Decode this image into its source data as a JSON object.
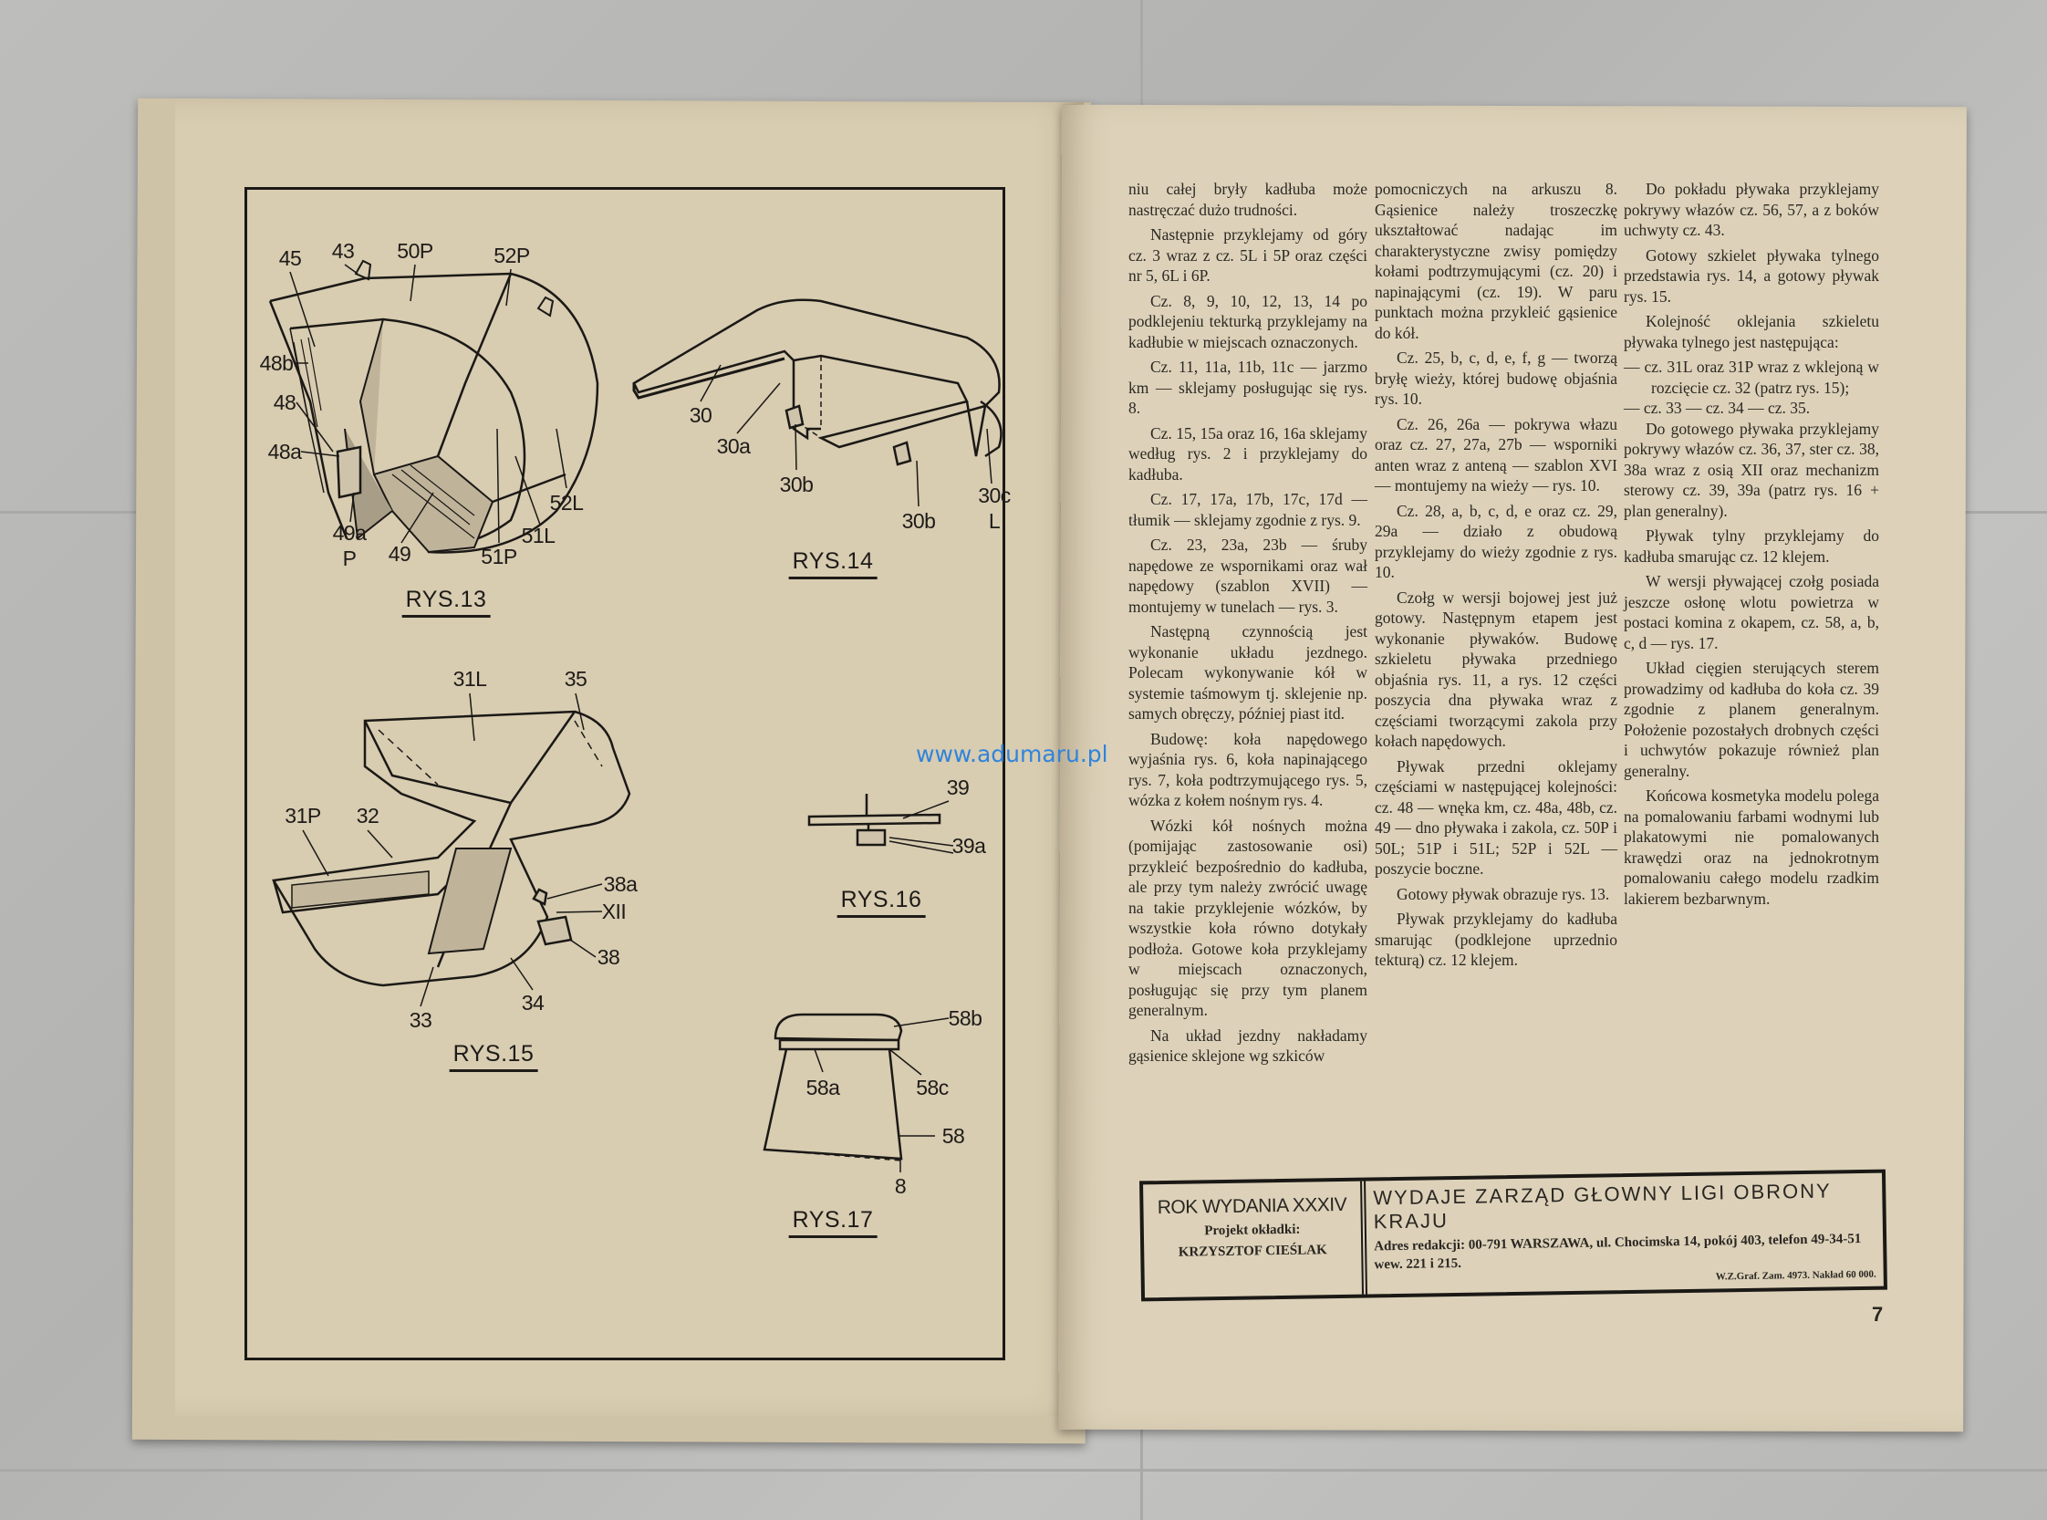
{
  "watermark": "www.adumaru.pl",
  "figures": {
    "rys13": {
      "caption": "RYS.13",
      "labels": [
        "45",
        "43",
        "50P",
        "52P",
        "48b",
        "48",
        "48a",
        "49a",
        "P",
        "49",
        "51P",
        "51L",
        "52L"
      ]
    },
    "rys14": {
      "caption": "RYS.14",
      "labels": [
        "30",
        "30a",
        "30b",
        "30b",
        "30c",
        "L"
      ]
    },
    "rys15": {
      "caption": "RYS.15",
      "labels": [
        "31L",
        "35",
        "31P",
        "32",
        "38a",
        "XII",
        "38",
        "33",
        "34"
      ]
    },
    "rys16": {
      "caption": "RYS.16",
      "labels": [
        "39",
        "39a"
      ]
    },
    "rys17": {
      "caption": "RYS.17",
      "labels": [
        "58b",
        "58a",
        "58c",
        "58",
        "8"
      ]
    }
  },
  "columns": [
    [
      {
        "t": "niu całej bryły kadłuba może nastręczać dużo trudności.",
        "c": "noindent"
      },
      {
        "t": "Następnie przyklejamy od góry cz. 3 wraz z cz. 5L i 5P oraz części nr 5, 6L i 6P."
      },
      {
        "t": "Cz. 8, 9, 10, 12, 13, 14 po podklejeniu tekturką przyklejamy na kadłubie w miejscach oznaczonych."
      },
      {
        "t": "Cz. 11, 11a, 11b, 11c — jarzmo km — sklejamy posługując się rys. 8."
      },
      {
        "t": "Cz. 15, 15a oraz 16, 16a sklejamy według rys. 2 i przyklejamy do kadłuba."
      },
      {
        "t": "Cz. 17, 17a, 17b, 17c, 17d — tłumik — sklejamy zgodnie z rys. 9."
      },
      {
        "t": "Cz. 23, 23a, 23b — śruby napędowe ze wspornikami oraz wał napędowy (szablon XVII) — montujemy w tunelach — rys. 3."
      },
      {
        "t": "Następną czynnością jest wykonanie układu jezdnego. Polecam wykonywanie kół w systemie taśmowym tj. sklejenie np. samych obręczy, później piast itd."
      },
      {
        "t": "Budowę: koła napędowego wyjaśnia rys. 6, koła napinającego rys. 7, koła podtrzymującego rys. 5, wózka z kołem nośnym rys. 4."
      },
      {
        "t": "Wózki kół nośnych można (pomijając zastosowanie osi) przykleić bezpośrednio do kadłuba, ale przy tym należy zwrócić uwagę na takie przyklejenie wózków, by wszystkie koła równo dotykały podłoża. Gotowe koła przyklejamy w miejscach oznaczonych, posługując się przy tym planem generalnym."
      },
      {
        "t": "Na układ jezdny nakładamy gąsienice sklejone wg szkiców"
      }
    ],
    [
      {
        "t": "pomocniczych na arkuszu 8. Gąsienice należy troszeczkę ukształtować nadając im charakterystyczne zwisy pomiędzy kołami podtrzymującymi (cz. 20) i napinającymi (cz. 19). W paru punktach można przykleić gąsienice do kół.",
        "c": "noindent"
      },
      {
        "t": "Cz. 25, b, c, d, e, f, g — tworzą bryłę wieży, której budowę objaśnia rys. 10."
      },
      {
        "t": "Cz. 26, 26a — pokrywa włazu oraz cz. 27, 27a, 27b — wsporniki anten wraz z anteną — szablon XVI — montujemy na wieży — rys. 10."
      },
      {
        "t": "Cz. 28, a, b, c, d, e oraz cz. 29, 29a — działo z obudową przyklejamy do wieży zgodnie z rys. 10."
      },
      {
        "t": "Czołg w wersji bojowej jest już gotowy. Następnym etapem jest wykonanie pływaków. Budowę szkieletu pływaka przedniego objaśnia rys. 11, a rys. 12 części poszycia dna pływaka wraz z częściami tworzącymi zakola przy kołach napędowych."
      },
      {
        "t": "Pływak przedni oklejamy częściami w następującej kolejności: cz. 48 — wnęka km, cz. 48a, 48b, cz. 49 — dno pływaka i zakola, cz. 50P i 50L; 51P i 51L; 52P i 52L — poszycie boczne."
      },
      {
        "t": "Gotowy pływak obrazuje rys. 13."
      },
      {
        "t": "Pływak przyklejamy do kadłuba smarując (podklejone uprzednio tekturą) cz. 12 klejem."
      }
    ],
    [
      {
        "t": "Do pokładu pływaka przyklejamy pokrywy włazów cz. 56, 57, a z boków uchwyty cz. 43."
      },
      {
        "t": "Gotowy szkielet pływaka tylnego przedstawia rys. 14, a gotowy pływak rys. 15."
      },
      {
        "t": "Kolejność oklejania szkieletu pływaka tylnego jest następująca:"
      },
      {
        "t": "— cz. 31L oraz 31P wraz z wklejoną w rozcięcie cz. 32 (patrz rys. 15);",
        "c": "list"
      },
      {
        "t": "— cz. 33 — cz. 34 — cz. 35.",
        "c": "list"
      },
      {
        "t": "Do gotowego pływaka przyklejamy pokrywy włazów cz. 36, 37, ster cz. 38, 38a wraz z osią XII oraz mechanizm sterowy cz. 39, 39a (patrz rys. 16 + plan generalny)."
      },
      {
        "t": "Pływak tylny przyklejamy do kadłuba smarując cz. 12 klejem."
      },
      {
        "t": "W wersji pływającej czołg posiada jeszcze osłonę wlotu powietrza w postaci komina z okapem, cz. 58, a, b, c, d — rys. 17."
      },
      {
        "t": "Układ cięgien sterujących sterem prowadzimy od kadłuba do koła cz. 39 zgodnie z planem generalnym. Położenie pozostałych drobnych części i uchwytów pokazuje również plan generalny."
      },
      {
        "t": "Końcowa kosmetyka modelu polega na pomalowaniu farbami wodnymi lub plakatowymi nie pomalowanych krawędzi oraz na jednokrotnym pomalowaniu całego modelu rzadkim lakierem bezbarwnym."
      }
    ]
  ],
  "footer": {
    "edition": "ROK WYDANIA XXXIV",
    "cover_label": "Projekt okładki:",
    "cover_author": "KRZYSZTOF CIEŚLAK",
    "publisher": "WYDAJE ZARZĄD GŁOWNY LIGI OBRONY KRAJU",
    "address": "Adres redakcji: 00-791 WARSZAWA, ul. Chocimska 14, pokój 403, telefon 49-34-51 wew. 221 i 215.",
    "print_info": "W.Z.Graf. Zam. 4973. Nakład 60 000."
  },
  "page_number": "7",
  "colors": {
    "paper_left": "#d8ccb1",
    "paper_right": "#ddd2b9",
    "ink": "#1b1916",
    "watermark": "#2f84dc"
  }
}
